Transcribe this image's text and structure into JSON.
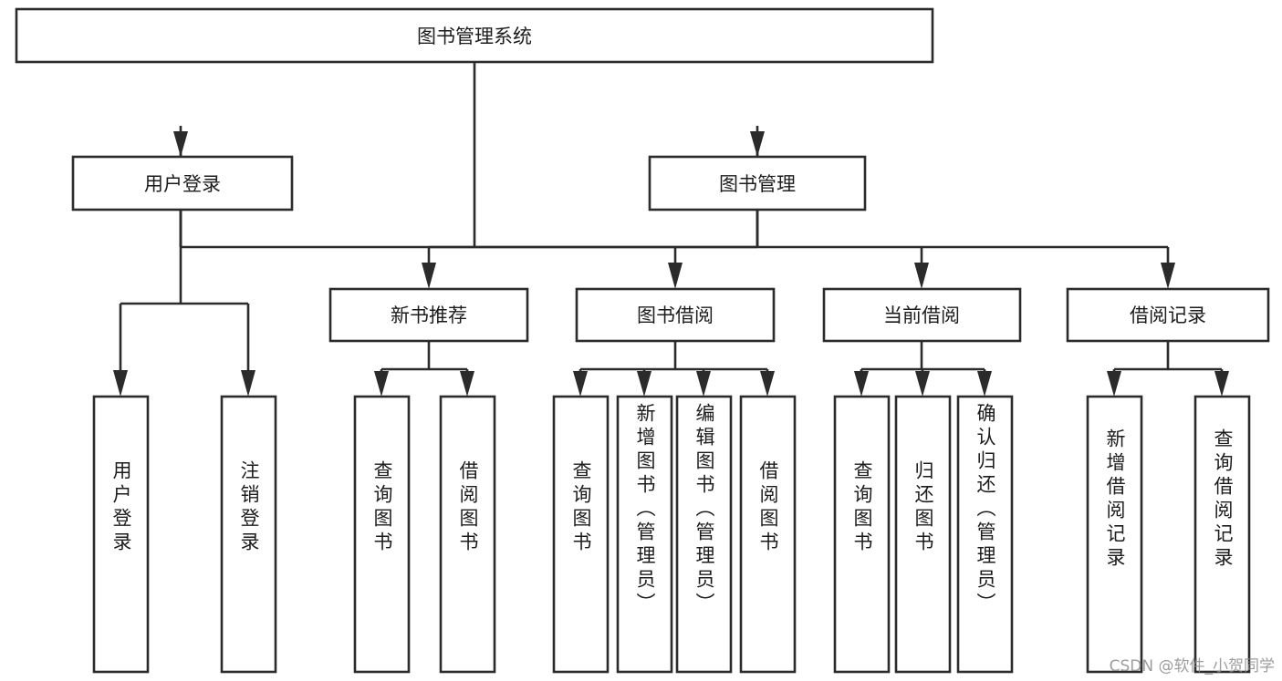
{
  "diagram": {
    "title": "图书管理系统",
    "type": "tree-hierarchy-chart",
    "root": {
      "id": "root",
      "label": "图书管理系统"
    },
    "level1": [
      {
        "id": "user-login",
        "label": "用户登录"
      },
      {
        "id": "book-manage",
        "label": "图书管理"
      }
    ],
    "level2": [
      {
        "id": "new-book-recommend",
        "label": "新书推荐",
        "parent": "book-manage"
      },
      {
        "id": "book-borrow",
        "label": "图书借阅",
        "parent": "book-manage"
      },
      {
        "id": "current-borrow",
        "label": "当前借阅",
        "parent": "book-manage"
      },
      {
        "id": "borrow-record",
        "label": "借阅记录",
        "parent": "book-manage"
      }
    ],
    "leaves": [
      {
        "id": "leaf-user-login",
        "label": "用户登录",
        "parent": "user-login"
      },
      {
        "id": "leaf-user-logout",
        "label": "注销登录",
        "parent": "user-login"
      },
      {
        "id": "leaf-query-book-1",
        "label": "查询图书",
        "parent": "new-book-recommend"
      },
      {
        "id": "leaf-borrow-book-1",
        "label": "借阅图书",
        "parent": "new-book-recommend"
      },
      {
        "id": "leaf-query-book-2",
        "label": "查询图书",
        "parent": "book-borrow"
      },
      {
        "id": "leaf-add-book",
        "label": "新增图书（管理员）",
        "parent": "book-borrow"
      },
      {
        "id": "leaf-edit-book",
        "label": "编辑图书（管理员）",
        "parent": "book-borrow"
      },
      {
        "id": "leaf-borrow-book-2",
        "label": "借阅图书",
        "parent": "book-borrow"
      },
      {
        "id": "leaf-query-book-3",
        "label": "查询图书",
        "parent": "current-borrow"
      },
      {
        "id": "leaf-return-book",
        "label": "归还图书",
        "parent": "current-borrow"
      },
      {
        "id": "leaf-confirm-return",
        "label": "确认归还（管理员）",
        "parent": "current-borrow"
      },
      {
        "id": "leaf-add-record",
        "label": "新增借阅记录",
        "parent": "borrow-record"
      },
      {
        "id": "leaf-query-record",
        "label": "查询借阅记录",
        "parent": "borrow-record"
      }
    ],
    "watermark": "CSDN @软件_小贺同学",
    "colors": {
      "stroke": "#2b2b2b",
      "fill": "#ffffff",
      "text": "#1c1c1c",
      "watermark": "#8c8c8c",
      "background": "#ffffff"
    }
  }
}
